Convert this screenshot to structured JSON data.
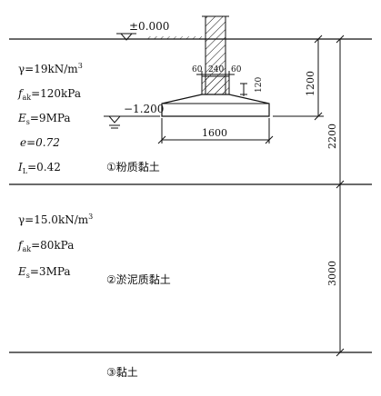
{
  "ground_level": "±0.000",
  "wall_dims": {
    "left": "60",
    "center": "240",
    "right": "60",
    "height": "120"
  },
  "footing_level": "−1.200",
  "footing_width": "1600",
  "dims": {
    "depth_to_footing": "1200",
    "layer1_thickness": "2200",
    "layer2_thickness": "3000"
  },
  "layer1": {
    "gamma": "γ=19kN/m",
    "gamma_exp": "3",
    "fak_sym": "f",
    "fak_sub": "ak",
    "fak_val": "=120kPa",
    "es_sym": "E",
    "es_sub": "s",
    "es_val": "=9MPa",
    "e": "e=0.72",
    "il_sym": "I",
    "il_sub": "L",
    "il_val": "=0.42",
    "name": "①粉质黏土"
  },
  "layer2": {
    "gamma": "γ=15.0kN/m",
    "gamma_exp": "3",
    "fak_sym": "f",
    "fak_sub": "ak",
    "fak_val": "=80kPa",
    "es_sym": "E",
    "es_sub": "s",
    "es_val": "=3MPa",
    "name": "②淤泥质黏土"
  },
  "layer3": {
    "name": "③黏土"
  }
}
